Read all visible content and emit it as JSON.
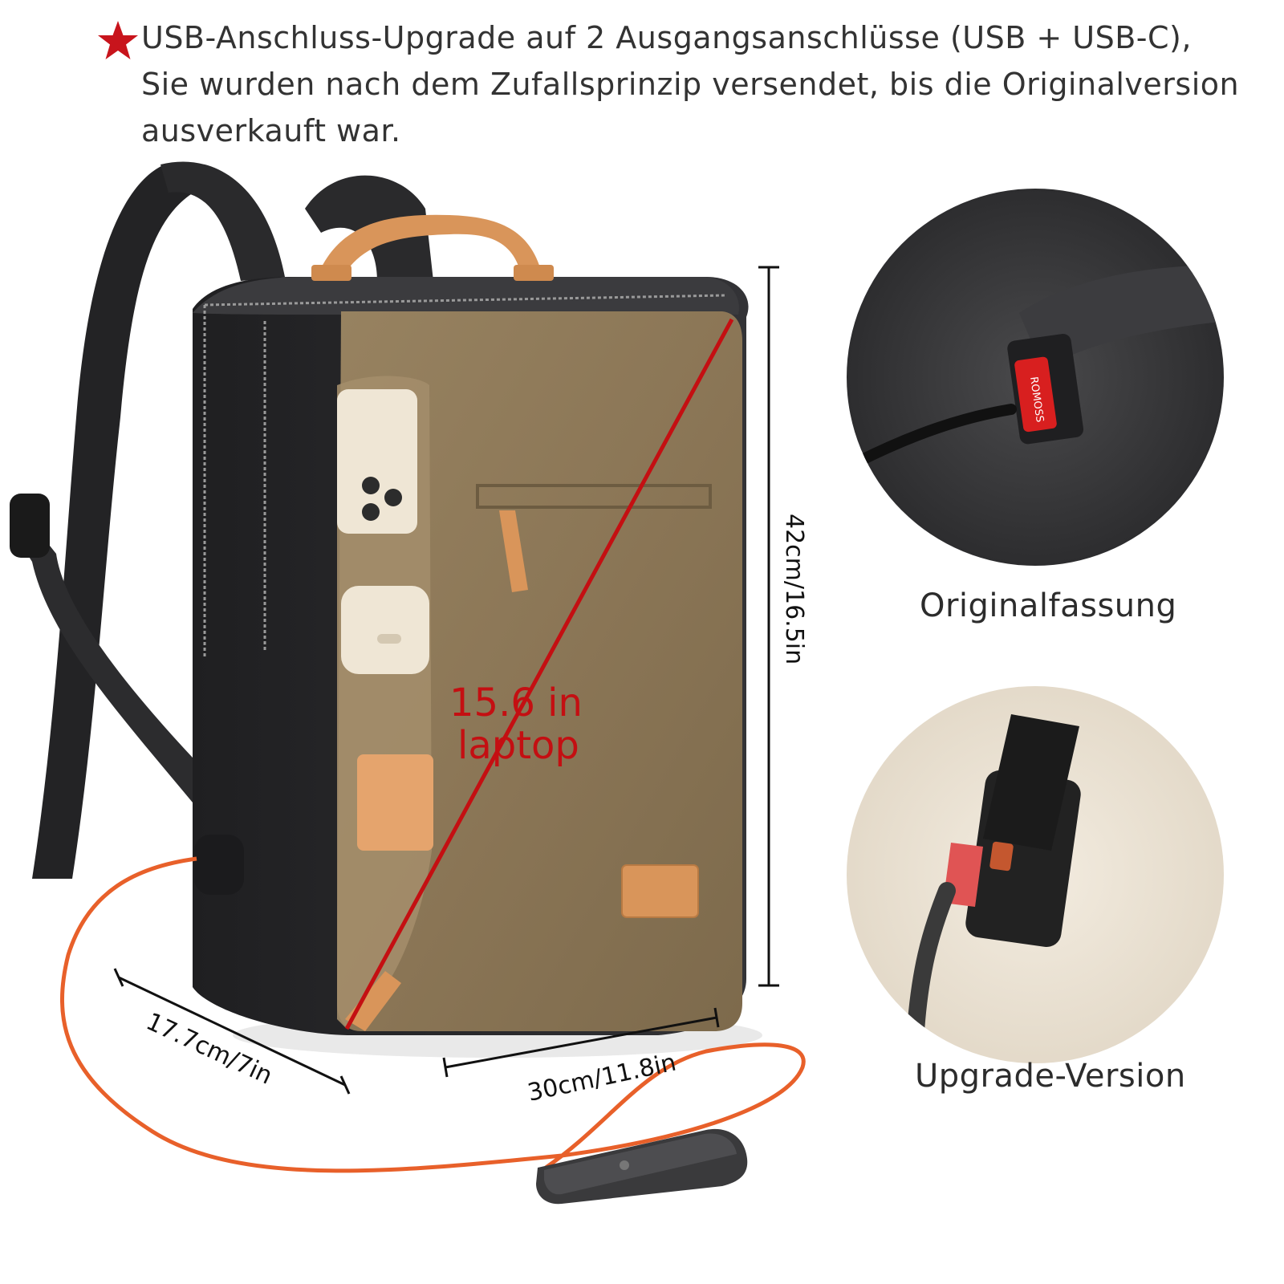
{
  "headline": {
    "line1": "USB-Anschluss-Upgrade auf 2 Ausgangsanschlüsse (USB + USB-C),",
    "line2": "Sie wurden nach dem Zufallsprinzip versendet, bis die Originalversion",
    "line3": "ausverkauft war."
  },
  "dimensions": {
    "height": "42cm/16.5in",
    "depth": "17.7cm/7in",
    "width": "30cm/11.8in",
    "laptop_line1": "15.6 in",
    "laptop_line2": "laptop"
  },
  "insets": {
    "original_label": "Originalfassung",
    "upgrade_label": "Upgrade-Version",
    "cable_brand": "ROMOSS"
  },
  "colors": {
    "star": "#c8141c",
    "diagonal": "#c40f12",
    "cable": "#e8602a",
    "bag_front": "#8b7656",
    "bag_body": "#2b2b2d",
    "leather": "#d9955a"
  }
}
